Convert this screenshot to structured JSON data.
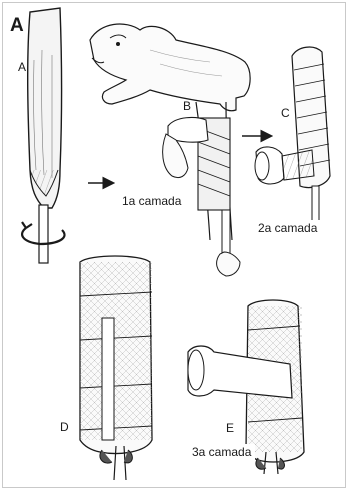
{
  "figure": {
    "panel_label": "A",
    "step_letters": [
      "A",
      "B",
      "C",
      "D",
      "E"
    ],
    "captions": {
      "layer_1": "1a camada",
      "layer_2": "2a camada",
      "layer_3": "3a camada"
    },
    "colors": {
      "ink": "#1a1a1a",
      "paper": "#ffffff",
      "hatch": "#6f6f6f",
      "fur": "#9a9a9a"
    }
  }
}
